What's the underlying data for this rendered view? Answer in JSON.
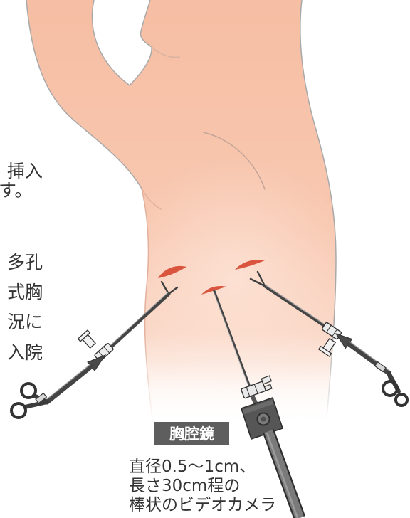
{
  "side_text": [
    "挿入",
    "す。",
    "多孔",
    "式胸",
    "況に",
    "入院"
  ],
  "thoracoscope_label": {
    "title": "胸腔鏡",
    "caption": [
      "直径0.5〜1cm、",
      "長さ30cm程の",
      "棒状のビデオカメラ"
    ]
  },
  "colors": {
    "skin": "#f6bea3",
    "outline": "#a9a9a9",
    "incision": "#d9553e",
    "instrument": "#454545",
    "label_background": "#5e5e5e",
    "label_text": "#ffffff",
    "caption_text": "#333333"
  }
}
